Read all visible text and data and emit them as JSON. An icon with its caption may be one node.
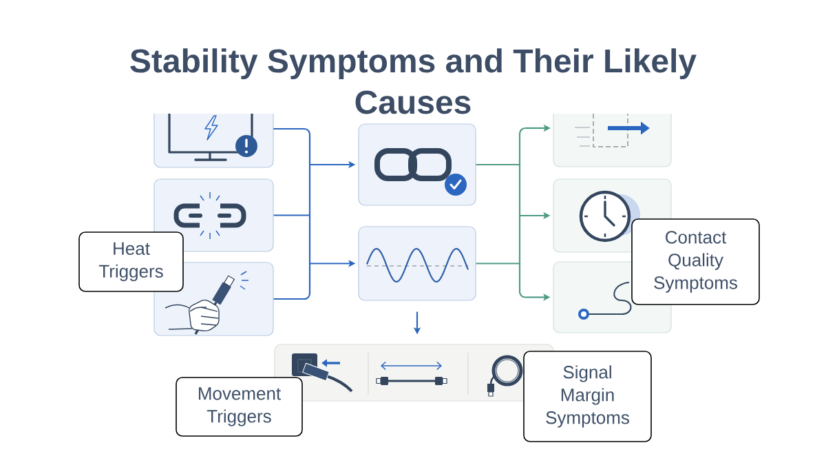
{
  "diagram": {
    "title": "Stability Symptoms and Their Likely Causes",
    "nodes": [
      {
        "text": [],
        "shape": "box"
      },
      {
        "text": [],
        "shape": "box"
      },
      {
        "text": [],
        "shape": "box"
      },
      {
        "text": [],
        "shape": "box"
      },
      {
        "text": [],
        "shape": "box"
      },
      {
        "text": [],
        "shape": "box"
      },
      {
        "text": [],
        "shape": "box"
      },
      {
        "text": [],
        "shape": "box"
      },
      {
        "text": [],
        "shape": "box"
      },
      {
        "text": [
          "Heat Triggers"
        ]
      },
      {
        "text": [
          "Contact Quality Symptoms"
        ]
      },
      {
        "text": [
          "Movement Triggers"
        ]
      },
      {
        "text": [
          "Signal Margin Symptoms"
        ]
      }
    ],
    "edges": [
      {
        "from": 0,
        "to": 3,
        "arrow": "to"
      },
      {
        "from": 0,
        "to": 4,
        "arrow": "to"
      },
      {
        "from": 1,
        "to": 3,
        "arrow": "to"
      },
      {
        "from": 1,
        "to": 4,
        "arrow": "to"
      },
      {
        "from": 2,
        "to": 3,
        "arrow": "to"
      },
      {
        "from": 2,
        "to": 4,
        "arrow": "to"
      },
      {
        "from": 3,
        "to": 5,
        "arrow": "to",
        "color": "#4e9a86"
      },
      {
        "from": 3,
        "to": 6,
        "arrow": "to",
        "color": "#4e9a86"
      },
      {
        "from": 3,
        "to": 7,
        "arrow": "to",
        "color": "#4e9a86"
      },
      {
        "from": 4,
        "to": 5,
        "arrow": "to",
        "color": "#4e9a86"
      },
      {
        "from": 4,
        "to": 6,
        "arrow": "to",
        "color": "#4e9a86"
      },
      {
        "from": 4,
        "to": 7,
        "arrow": "to",
        "color": "#4e9a86"
      },
      {
        "from": 4,
        "to": 8,
        "arrow": "to"
      }
    ]
  }
}
